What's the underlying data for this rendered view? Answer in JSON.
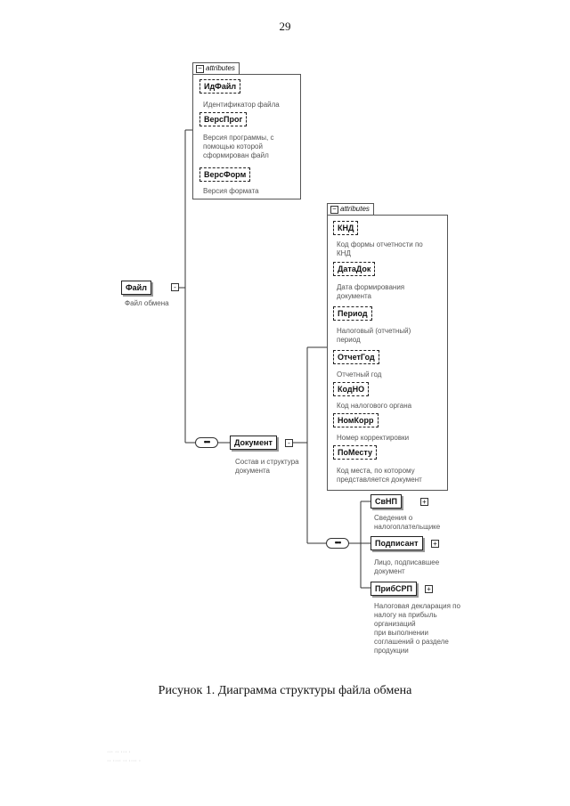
{
  "page_number": "29",
  "caption": "Рисунок 1. Диаграмма структуры файла обмена",
  "root": {
    "label": "Файл",
    "desc": "Файл обмена"
  },
  "file_attributes": {
    "tab": "attributes",
    "items": [
      {
        "label": "ИдФайл",
        "desc": "Идентификатор файла"
      },
      {
        "label": "ВерсПрог",
        "desc": "Версия программы, с\nпомощью которой\nсформирован файл"
      },
      {
        "label": "ВерсФорм",
        "desc": "Версия формата"
      }
    ]
  },
  "document": {
    "label": "Документ",
    "desc": "Состав и структура\nдокумента",
    "seq": "•••"
  },
  "doc_attributes": {
    "tab": "attributes",
    "items": [
      {
        "label": "КНД",
        "desc": "Код формы отчетности по\nКНД"
      },
      {
        "label": "ДатаДок",
        "desc": "Дата формирования\nдокумента"
      },
      {
        "label": "Период",
        "desc": "Налоговый (отчетный)\nпериод"
      },
      {
        "label": "ОтчетГод",
        "desc": "Отчетный год"
      },
      {
        "label": "КодНО",
        "desc": "Код налогового органа"
      },
      {
        "label": "НомКорр",
        "desc": "Номер корректировки"
      },
      {
        "label": "ПоМесту",
        "desc": "Код места, по которому\nпредставляется документ"
      }
    ]
  },
  "children": {
    "seq": "•••",
    "items": [
      {
        "label": "СвНП",
        "desc": "Сведения о\nналогоплательщике"
      },
      {
        "label": "Подписант",
        "desc": "Лицо, подписавшее\nдокумент"
      },
      {
        "label": "ПрибСРП",
        "desc": "Налоговая декларация по\nналогу на прибыль\nорганизаций\nпри выполнении\nсоглашений о разделе\nпродукции"
      }
    ]
  },
  "footer_faint": [
    "··· ·· ··· ·",
    "·· ···· ·· ···· ·"
  ]
}
